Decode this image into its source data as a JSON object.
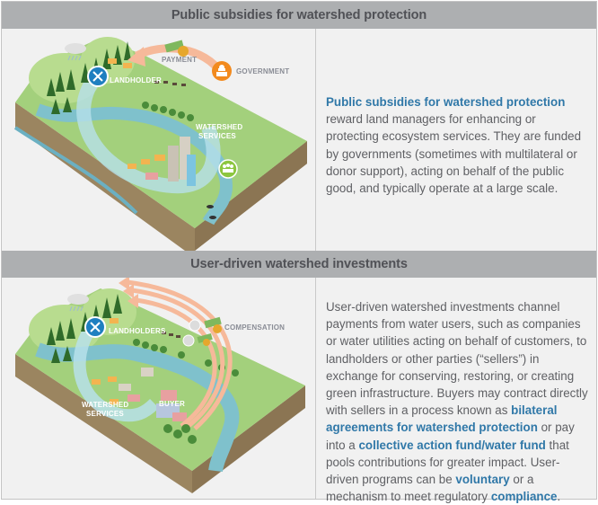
{
  "sections": [
    {
      "header": "Public subsidies for watershed protection",
      "illustration": {
        "labels": {
          "payment": "PAYMENT",
          "government": "GOVERNMENT",
          "landholder": "LANDHOLDER",
          "watershed_services_1": "WATERSHED",
          "watershed_services_2": "SERVICES"
        }
      },
      "description": {
        "lead_bold": "Public subsidies for watershed protection",
        "body": " reward land managers for enhancing or protecting ecosystem services. They are funded by governments (sometimes with multilateral or donor support), acting on behalf of the public good, and typically operate at a large scale."
      }
    },
    {
      "header": "User-driven watershed investments",
      "illustration": {
        "labels": {
          "compensation": "COMPENSATION",
          "landholders": "LANDHOLDERS",
          "buyer": "BUYER",
          "watershed_services_1": "WATERSHED",
          "watershed_services_2": "SERVICES"
        }
      },
      "description": {
        "part1": "User-driven watershed investments channel payments from water users, such as companies or water utilities acting on behalf of customers, to landholders or other parties (“sellers”) in exchange for conserving, restoring, or creating green infrastructure. Buyers may contract directly with sellers in a process known as ",
        "bold1": "bilateral agreements for watershed protection",
        "part2": " or pay into a ",
        "bold2": "collective action fund/water fund",
        "part3": " that pools contributions for greater impact. User-driven programs can be ",
        "bold3": "voluntary",
        "part4": " or a mechanism to meet regulatory ",
        "bold4": "compliance",
        "part5": "."
      }
    }
  ],
  "colors": {
    "header_band": "#adafb1",
    "header_text": "#505156",
    "panel_bg": "#f1f1f1",
    "highlight_blue": "#3078a8",
    "body_text": "#5f6064",
    "land_green": "#a3d07c",
    "soil_brown": "#9b8560",
    "water_blue": "#7fc1cc",
    "payment_arrow": "#f6b99a",
    "government_orange": "#f28a1e",
    "landholder_blue": "#1f7fc0",
    "community_green": "#8cc63f"
  }
}
